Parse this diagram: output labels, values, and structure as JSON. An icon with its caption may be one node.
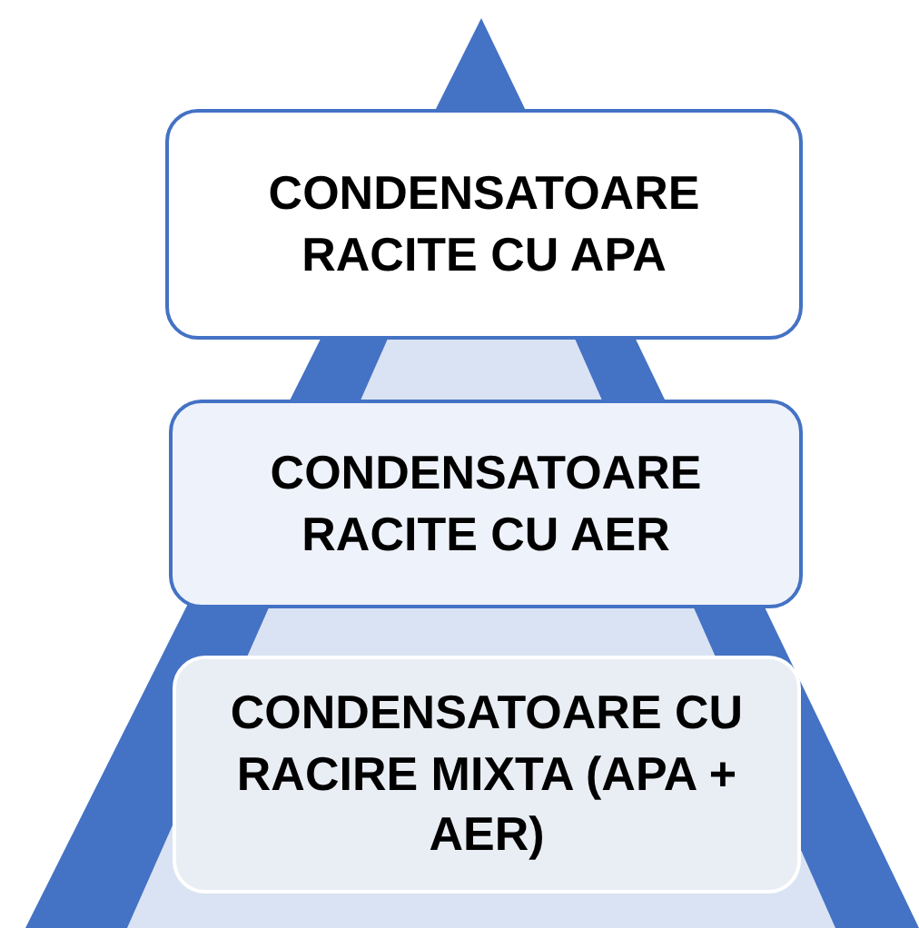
{
  "diagram": {
    "nodes": [
      {
        "text": [
          "CONDENSATOARE RACITE CU APA"
        ]
      },
      {
        "text": [
          "CONDENSATOARE RACITE CU AER"
        ]
      },
      {
        "text": [
          "CONDENSATOARE CU RACIRE MIXTA (APA + AER)"
        ]
      }
    ],
    "edges": []
  }
}
